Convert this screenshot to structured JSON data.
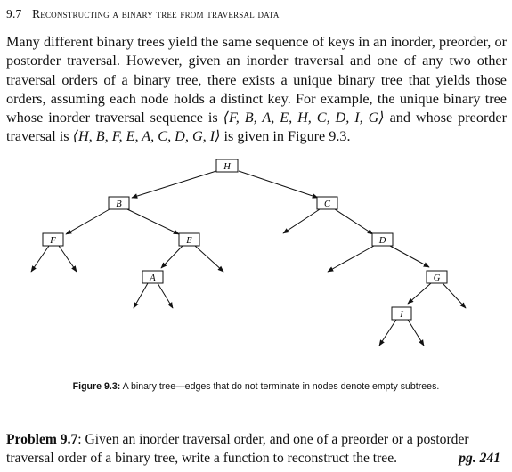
{
  "header": {
    "section_number": "9.7",
    "section_title": "Reconstructing a binary tree from traversal data"
  },
  "body_text": {
    "part1": "Many different binary trees yield the same sequence of keys in an inorder, preorder, or postorder traversal. However, given an inorder traversal and one of any two other traversal orders of a binary tree, there exists a unique binary tree that yields those orders, assuming each node holds a distinct key. For example, the unique binary tree whose inorder traversal sequence is ",
    "inorder_sequence": "⟨F, B, A, E, H, C, D, I, G⟩",
    "part2": " and whose preorder traversal is ",
    "preorder_sequence": "⟨H, B, F, E, A, C, D, G, I⟩",
    "part3": " is given in Figure 9.3."
  },
  "figure": {
    "nodes": [
      {
        "id": "H",
        "label": "H"
      },
      {
        "id": "B",
        "label": "B"
      },
      {
        "id": "C",
        "label": "C"
      },
      {
        "id": "F",
        "label": "F"
      },
      {
        "id": "E",
        "label": "E"
      },
      {
        "id": "D",
        "label": "D"
      },
      {
        "id": "A",
        "label": "A"
      },
      {
        "id": "G",
        "label": "G"
      },
      {
        "id": "I",
        "label": "I"
      }
    ],
    "caption_label": "Figure 9.3:",
    "caption_text": " A binary tree—edges that do not terminate in nodes denote empty subtrees."
  },
  "problem": {
    "title": "Problem 9.7",
    "text": ": Given an inorder traversal order, and one of a preorder or a postorder traversal order of a binary tree, write a function to reconstruct the tree.",
    "page_ref": "pg. 241"
  }
}
